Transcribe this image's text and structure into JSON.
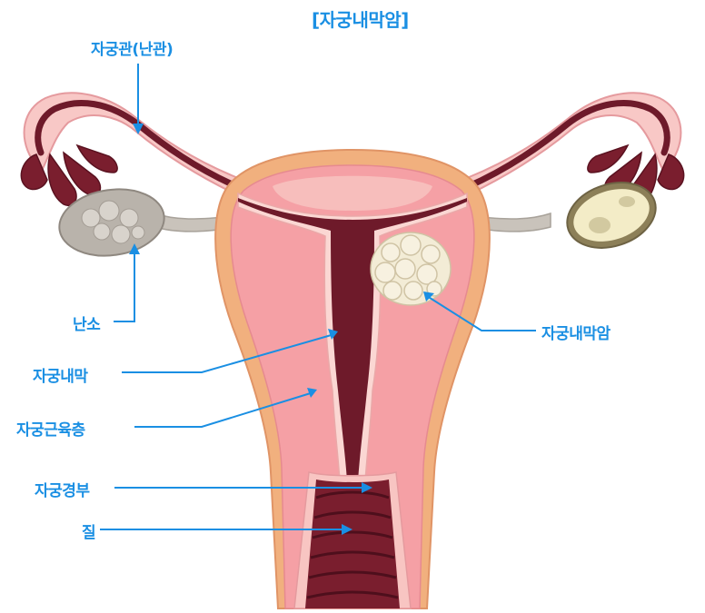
{
  "title": "[자궁내막암]",
  "labels": {
    "fallopian_tube": "자궁관(난관)",
    "ovary": "난소",
    "endometrium": "자궁내막",
    "myometrium": "자궁근육층",
    "cervix": "자궁경부",
    "vagina": "질",
    "endometrial_cancer": "자궁내막암"
  },
  "colors": {
    "label": "#1a8fe3",
    "title": "#1a8fe3",
    "tissue_pink": "#f5a0a5",
    "tissue_light": "#f8c8c6",
    "cavity": "#6e1a2a",
    "ovary_grey": "#b9b3ab",
    "tumor": "#f3ecd6"
  }
}
